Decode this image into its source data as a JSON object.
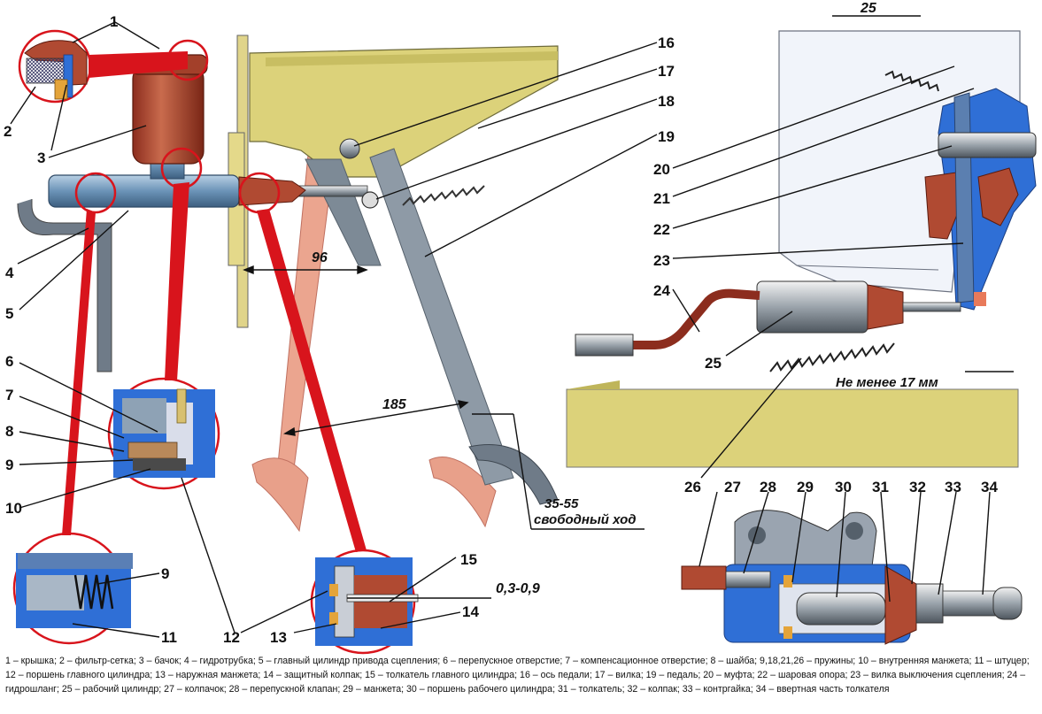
{
  "labels": {
    "l1": "1",
    "l2": "2",
    "l3": "3",
    "l4": "4",
    "l5": "5",
    "l6": "6",
    "l7": "7",
    "l8": "8",
    "l9": "9",
    "l9b": "9",
    "l10": "10",
    "l11": "11",
    "l12": "12",
    "l13": "13",
    "l14": "14",
    "l15": "15",
    "l16": "16",
    "l17": "17",
    "l18": "18",
    "l19": "19",
    "l20": "20",
    "l21": "21",
    "l22": "22",
    "l23": "23",
    "l24": "24",
    "l25": "25",
    "l26": "26",
    "l27": "27",
    "l28": "28",
    "l29": "29",
    "l30": "30",
    "l31": "31",
    "l32": "32",
    "l33": "33",
    "l34": "34"
  },
  "dimensions": {
    "d96": "96",
    "d185": "185",
    "d25": "25",
    "gap": "0,3-0,9",
    "free_play_value": "35-55",
    "free_play_text": "свободный ход",
    "min_17": "Не менее 17 мм"
  },
  "caption": "1 – крышка; 2 – фильтр-сетка; 3 – бачок; 4 – гидротрубка; 5 – главный цилиндр привода сцепления; 6 – перепускное отверстие; 7 – компенсационное отверстие; 8 – шайба; 9,18,21,26 – пружины; 10 – внутренняя манжета; 11 – штуцер; 12 – поршень главного цилиндра; 13 – наружная манжета; 14 – защитный колпак; 15 – толкатель главного цилиндра; 16 – ось педали; 17 – вилка; 19 – педаль; 20 – муфта; 22 – шаровая опора; 23 – вилка выключения сцепления; 24 – гидрошланг; 25 – рабочий цилиндр; 27 – колпачок; 28 – перепускной клапан; 29 – манжета; 30 – поршень рабочего цилиндра; 31 – толкатель; 32 – колпак; 33 – контргайка; 34 – ввертная часть толкателя",
  "colors": {
    "red": "#d8141c",
    "yellow": "#dcd27a",
    "steel_blue": "#5a88b0",
    "blue": "#2f6fd6",
    "reservoir": "#b04a32",
    "pink": "#e8a08a",
    "gray": "#8894a0"
  }
}
